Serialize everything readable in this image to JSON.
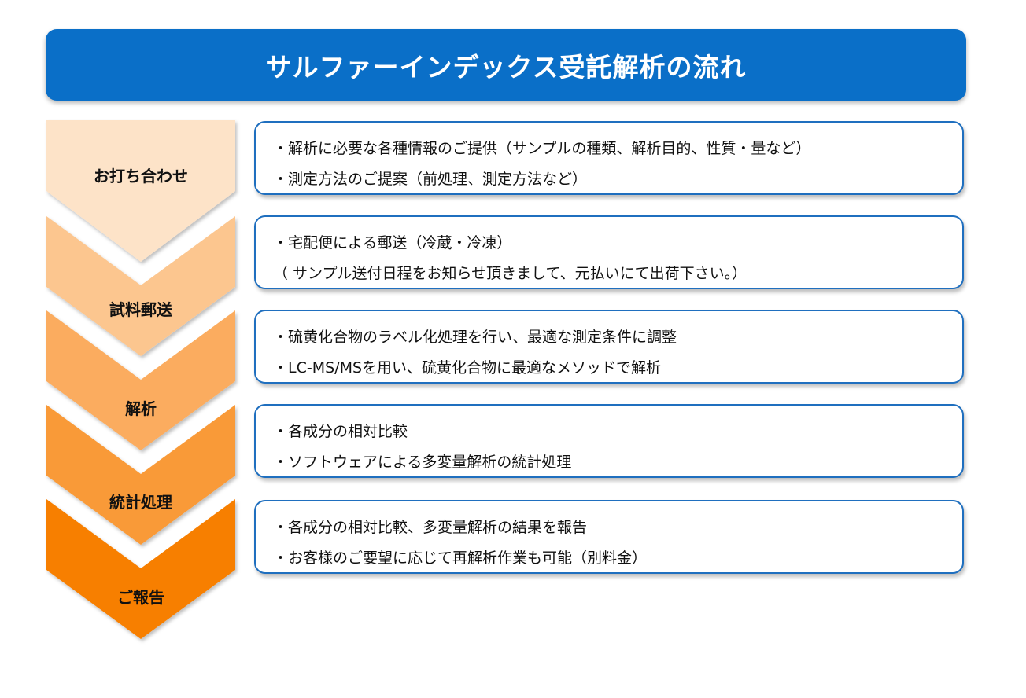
{
  "title": "サルファーインデックス受託解析の流れ",
  "steps": [
    {
      "label": "お打ち合わせ",
      "color": "#fde3c8",
      "lines": [
        "・解析に必要な各種情報のご提供（サンプルの種類、解析目的、性質・量など）",
        "・測定方法のご提案（前処理、測定方法など）"
      ]
    },
    {
      "label": "試料郵送",
      "color": "#fcc68f",
      "lines": [
        "・宅配便による郵送（冷蔵・冷凍）",
        "（ サンプル送付日程をお知らせ頂きまして、元払いにて出荷下さい。）"
      ]
    },
    {
      "label": "解析",
      "color": "#fbac5e",
      "lines": [
        "・硫黄化合物のラベル化処理を行い、最適な測定条件に調整",
        "・LC-MS/MSを用い、硫黄化合物に最適なメソッドで解析"
      ]
    },
    {
      "label": "統計処理",
      "color": "#f99a37",
      "lines": [
        "・各成分の相対比較",
        "・ソフトウェアによる多変量解析の統計処理"
      ]
    },
    {
      "label": "ご報告",
      "color": "#f77f00",
      "lines": [
        "・各成分の相対比較、多変量解析の結果を報告",
        "・お客様のご要望に応じて再解析作業も可能（別料金）"
      ]
    }
  ],
  "colors": {
    "title_bg": "#0a6fc8",
    "box_border": "#1f6fbf"
  }
}
